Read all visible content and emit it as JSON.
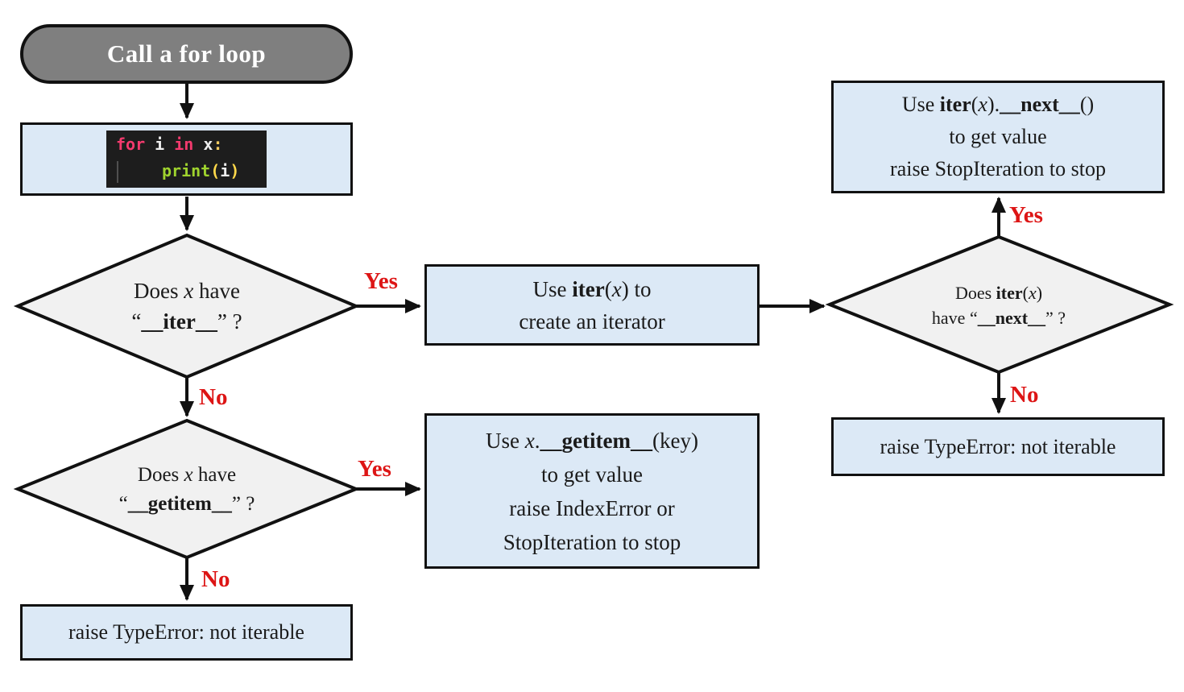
{
  "title": "Call a for loop",
  "colors": {
    "box_fill": "#dce9f6",
    "diamond_fill": "#f1f1f1",
    "stadium_fill": "#7f7f7f",
    "outline": "#111111",
    "label_red": "#dd1515",
    "code_bg": "#1d1d1d",
    "code_keyword": "#f43a6e",
    "code_function": "#9fd32e",
    "code_bracket": "#ffd84a",
    "code_text": "#eeeeee"
  },
  "nodes": {
    "start": {
      "label": "Call a for loop"
    },
    "code": {
      "kw_for": "for",
      "var_i": " i ",
      "kw_in": "in",
      "var_x": " x",
      "colon": ":",
      "fn_print": "print",
      "paren_open": "(",
      "arg_i": "i",
      "paren_close": ")"
    },
    "d_iter": {
      "line1": [
        "Does ",
        "x",
        " have"
      ],
      "line2": [
        "“",
        "__iter__",
        "” ?"
      ]
    },
    "p_iter": {
      "line1": [
        "Use ",
        "iter",
        "(",
        "x",
        ") to"
      ],
      "line2": "create an iterator"
    },
    "d_next": {
      "line1": [
        "Does ",
        "iter",
        "(",
        "x",
        ")"
      ],
      "line2": [
        "have “",
        "__next__",
        "” ?"
      ]
    },
    "p_next": {
      "line1": [
        "Use ",
        "iter",
        "(",
        "x",
        ").",
        "__next__",
        "()"
      ],
      "line2": "to get value",
      "line3": "raise StopIteration to stop"
    },
    "d_getitem": {
      "line1": [
        "Does ",
        "x",
        " have"
      ],
      "line2": [
        "“",
        "__getitem__",
        "” ?"
      ]
    },
    "p_getitem": {
      "line1": [
        "Use ",
        "x",
        ".",
        "__getitem__",
        "(key)"
      ],
      "line2": "to get value",
      "line3": "raise IndexError or",
      "line4": "StopIteration to stop"
    },
    "t_right": {
      "label": "raise TypeError: not iterable"
    },
    "t_left": {
      "label": "raise TypeError: not iterable"
    }
  },
  "edges": {
    "iter_yes": "Yes",
    "iter_no": "No",
    "getitem_yes": "Yes",
    "getitem_no": "No",
    "next_yes": "Yes",
    "next_no": "No"
  }
}
